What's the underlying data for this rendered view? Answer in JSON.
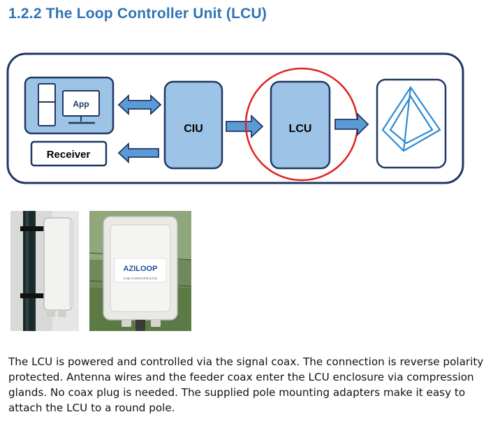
{
  "section": {
    "number_title": "1.2.2 The Loop Controller Unit (LCU)"
  },
  "diagram": {
    "app_label": "App",
    "receiver_label": "Receiver",
    "ciu_label": "CIU",
    "lcu_label": "LCU"
  },
  "photos": {
    "brand_label": "AZILOOP",
    "sub_label": "Loop Control Unit (LCU)"
  },
  "paragraph": "The LCU is powered and controlled via the signal coax. The connection is reverse polarity protected. Antenna wires and the feeder coax enter the LCU enclosure via compression glands. No coax plug is needed. The supplied pole mounting adapters make it easy to attach the LCU to a round pole.",
  "colors": {
    "heading": "#2e74b5",
    "box_fill": "#9dc3e6",
    "outline": "#1f3864",
    "arrow": "#5b9bd5",
    "highlight_circle": "#e02020",
    "antenna": "#2e8bd5"
  }
}
